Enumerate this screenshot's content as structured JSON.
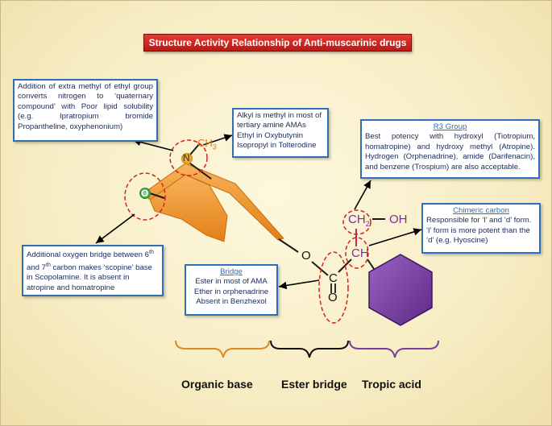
{
  "title": "Structure Activity Relationship of Anti-muscarinic drugs",
  "atoms": {
    "ch3": "CH",
    "ch3_sub": "3",
    "n": "N",
    "o_bridge": "O",
    "o_ester": "O",
    "c": "C",
    "o_carbonyl": "O",
    "ch2": "CH",
    "ch2_sub": "2",
    "oh": "OH",
    "ch": "CH"
  },
  "boxes": {
    "quaternary": "Addition of extra methyl of ethyl group converts nitrogen to ‘quaternary compound’ with Poor lipid solubility (e.g. Ipratropium bromide Propantheline, oxyphenonium)",
    "alkyl_lines": [
      "Alkyl is methyl in most of",
      "tertiary amine AMAs",
      "Ethyl in Oxybutynin",
      "Isopropyl in Tolterodine"
    ],
    "r3_heading": "R3 Group",
    "r3_body": "Best potency with hydroxyl (Tiotropium, homatropine) and hydroxy methyl (Atropine). Hydrogen (Orphenadrine), amide (Darifenacin), and benzene (Trospium) are also acceptable.",
    "chimeric_heading": "Chimeric carbon",
    "chimeric_body": "Responsible for ‘l’ and ‘d’ form. ‘l’ form is more potent than the ‘d’ (e.g. Hyoscine)",
    "oxygen_pre": "Additional oxygen bridge between 6",
    "oxygen_sup1": "th",
    "oxygen_mid": " and 7",
    "oxygen_sup2": "th",
    "oxygen_post": " carbon makes ‘scopine’ base in Scopolamine. It is absent in atropine and homatropine",
    "bridge_heading": "Bridge",
    "bridge_lines": [
      "Ester in most of AMA",
      "Ether in orphenadrine",
      "Absent in Benzhexol"
    ]
  },
  "labels": {
    "organic_base": "Organic base",
    "ester_bridge": "Ester bridge",
    "tropic_acid": "Tropic acid"
  },
  "colors": {
    "title_bg": "#c8221c",
    "box_border": "#2e6fb7",
    "tropane": "#f0952c",
    "nitrogen": "#e0a020",
    "oxygen": "#3aaa3a",
    "benzene": "#7a3ea0",
    "tropic_text": "#7a2f9a",
    "chiral_line": "#d02060",
    "brace_orange": "#e08a1e",
    "brace_black": "#111111",
    "brace_purple": "#7a3ea0"
  }
}
